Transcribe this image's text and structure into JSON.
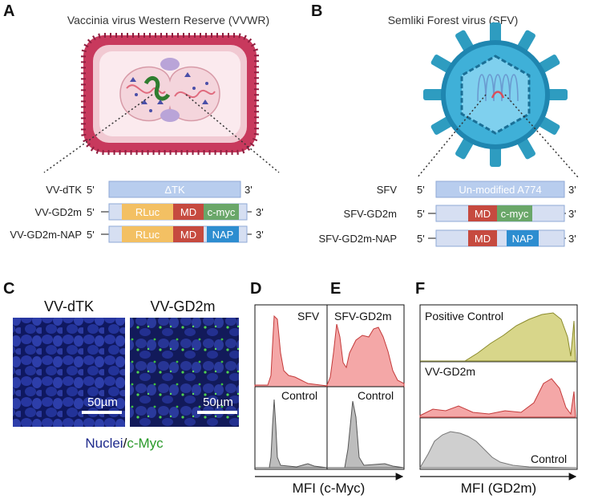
{
  "panels": [
    "A",
    "B",
    "C",
    "D",
    "E",
    "F"
  ],
  "panel_a": {
    "title": "Vaccinia virus Western Reserve (VVWR)",
    "constructs": [
      {
        "name": "VV-dTK",
        "left": "5'",
        "right": "3'",
        "segments": [
          {
            "label": "ΔTK",
            "color": "#b8cdee"
          }
        ]
      },
      {
        "name": "VV-GD2m",
        "left": "5'",
        "right": "3'",
        "segments": [
          {
            "label": "RLuc",
            "color": "#f3c063"
          },
          {
            "label": "MD",
            "color": "#c64a3f"
          },
          {
            "label": "c-myc",
            "color": "#6aa769"
          }
        ]
      },
      {
        "name": "VV-GD2m-NAP",
        "left": "5'",
        "right": "3'",
        "segments": [
          {
            "label": "RLuc",
            "color": "#f3c063"
          },
          {
            "label": "MD",
            "color": "#c64a3f"
          },
          {
            "label": "NAP",
            "color": "#2d8dd0"
          }
        ]
      }
    ]
  },
  "panel_b": {
    "title": "Semliki Forest virus (SFV)",
    "constructs": [
      {
        "name": "SFV",
        "left": "5'",
        "right": "3'",
        "segments": [
          {
            "label": "Un-modified A774",
            "color": "#b8cdee"
          }
        ]
      },
      {
        "name": "SFV-GD2m",
        "left": "5'",
        "right": "3'",
        "segments": [
          {
            "label": "MD",
            "color": "#c64a3f"
          },
          {
            "label": "c-myc",
            "color": "#6aa769"
          }
        ]
      },
      {
        "name": "SFV-GD2m-NAP",
        "left": "5'",
        "right": "3'",
        "segments": [
          {
            "label": "MD",
            "color": "#c64a3f"
          },
          {
            "label": "NAP",
            "color": "#2d8dd0"
          }
        ]
      }
    ]
  },
  "panel_c": {
    "images": [
      {
        "label": "VV-dTK",
        "scale_bar": "50µm"
      },
      {
        "label": "VV-GD2m",
        "scale_bar": "50µm"
      }
    ],
    "legend_nuclei": "Nuclei",
    "legend_sep": "/",
    "legend_cmyc": "c-Myc",
    "colors": {
      "nuclei": "#1e2a8c",
      "cmyc": "#2a9a2a"
    }
  },
  "panel_d": {
    "top_label": "SFV",
    "bottom_label": "Control"
  },
  "panel_e": {
    "top_label": "SFV-GD2m",
    "bottom_label": "Control"
  },
  "panel_de_axis": "MFI (c-Myc)",
  "panel_f": {
    "labels": [
      "Positive Control",
      "VV-GD2m",
      "Control"
    ],
    "axis": "MFI (GD2m)",
    "colors": {
      "positive": "#d8d68a",
      "vv": "#f3a0a0",
      "control": "#cfcfcf"
    }
  }
}
